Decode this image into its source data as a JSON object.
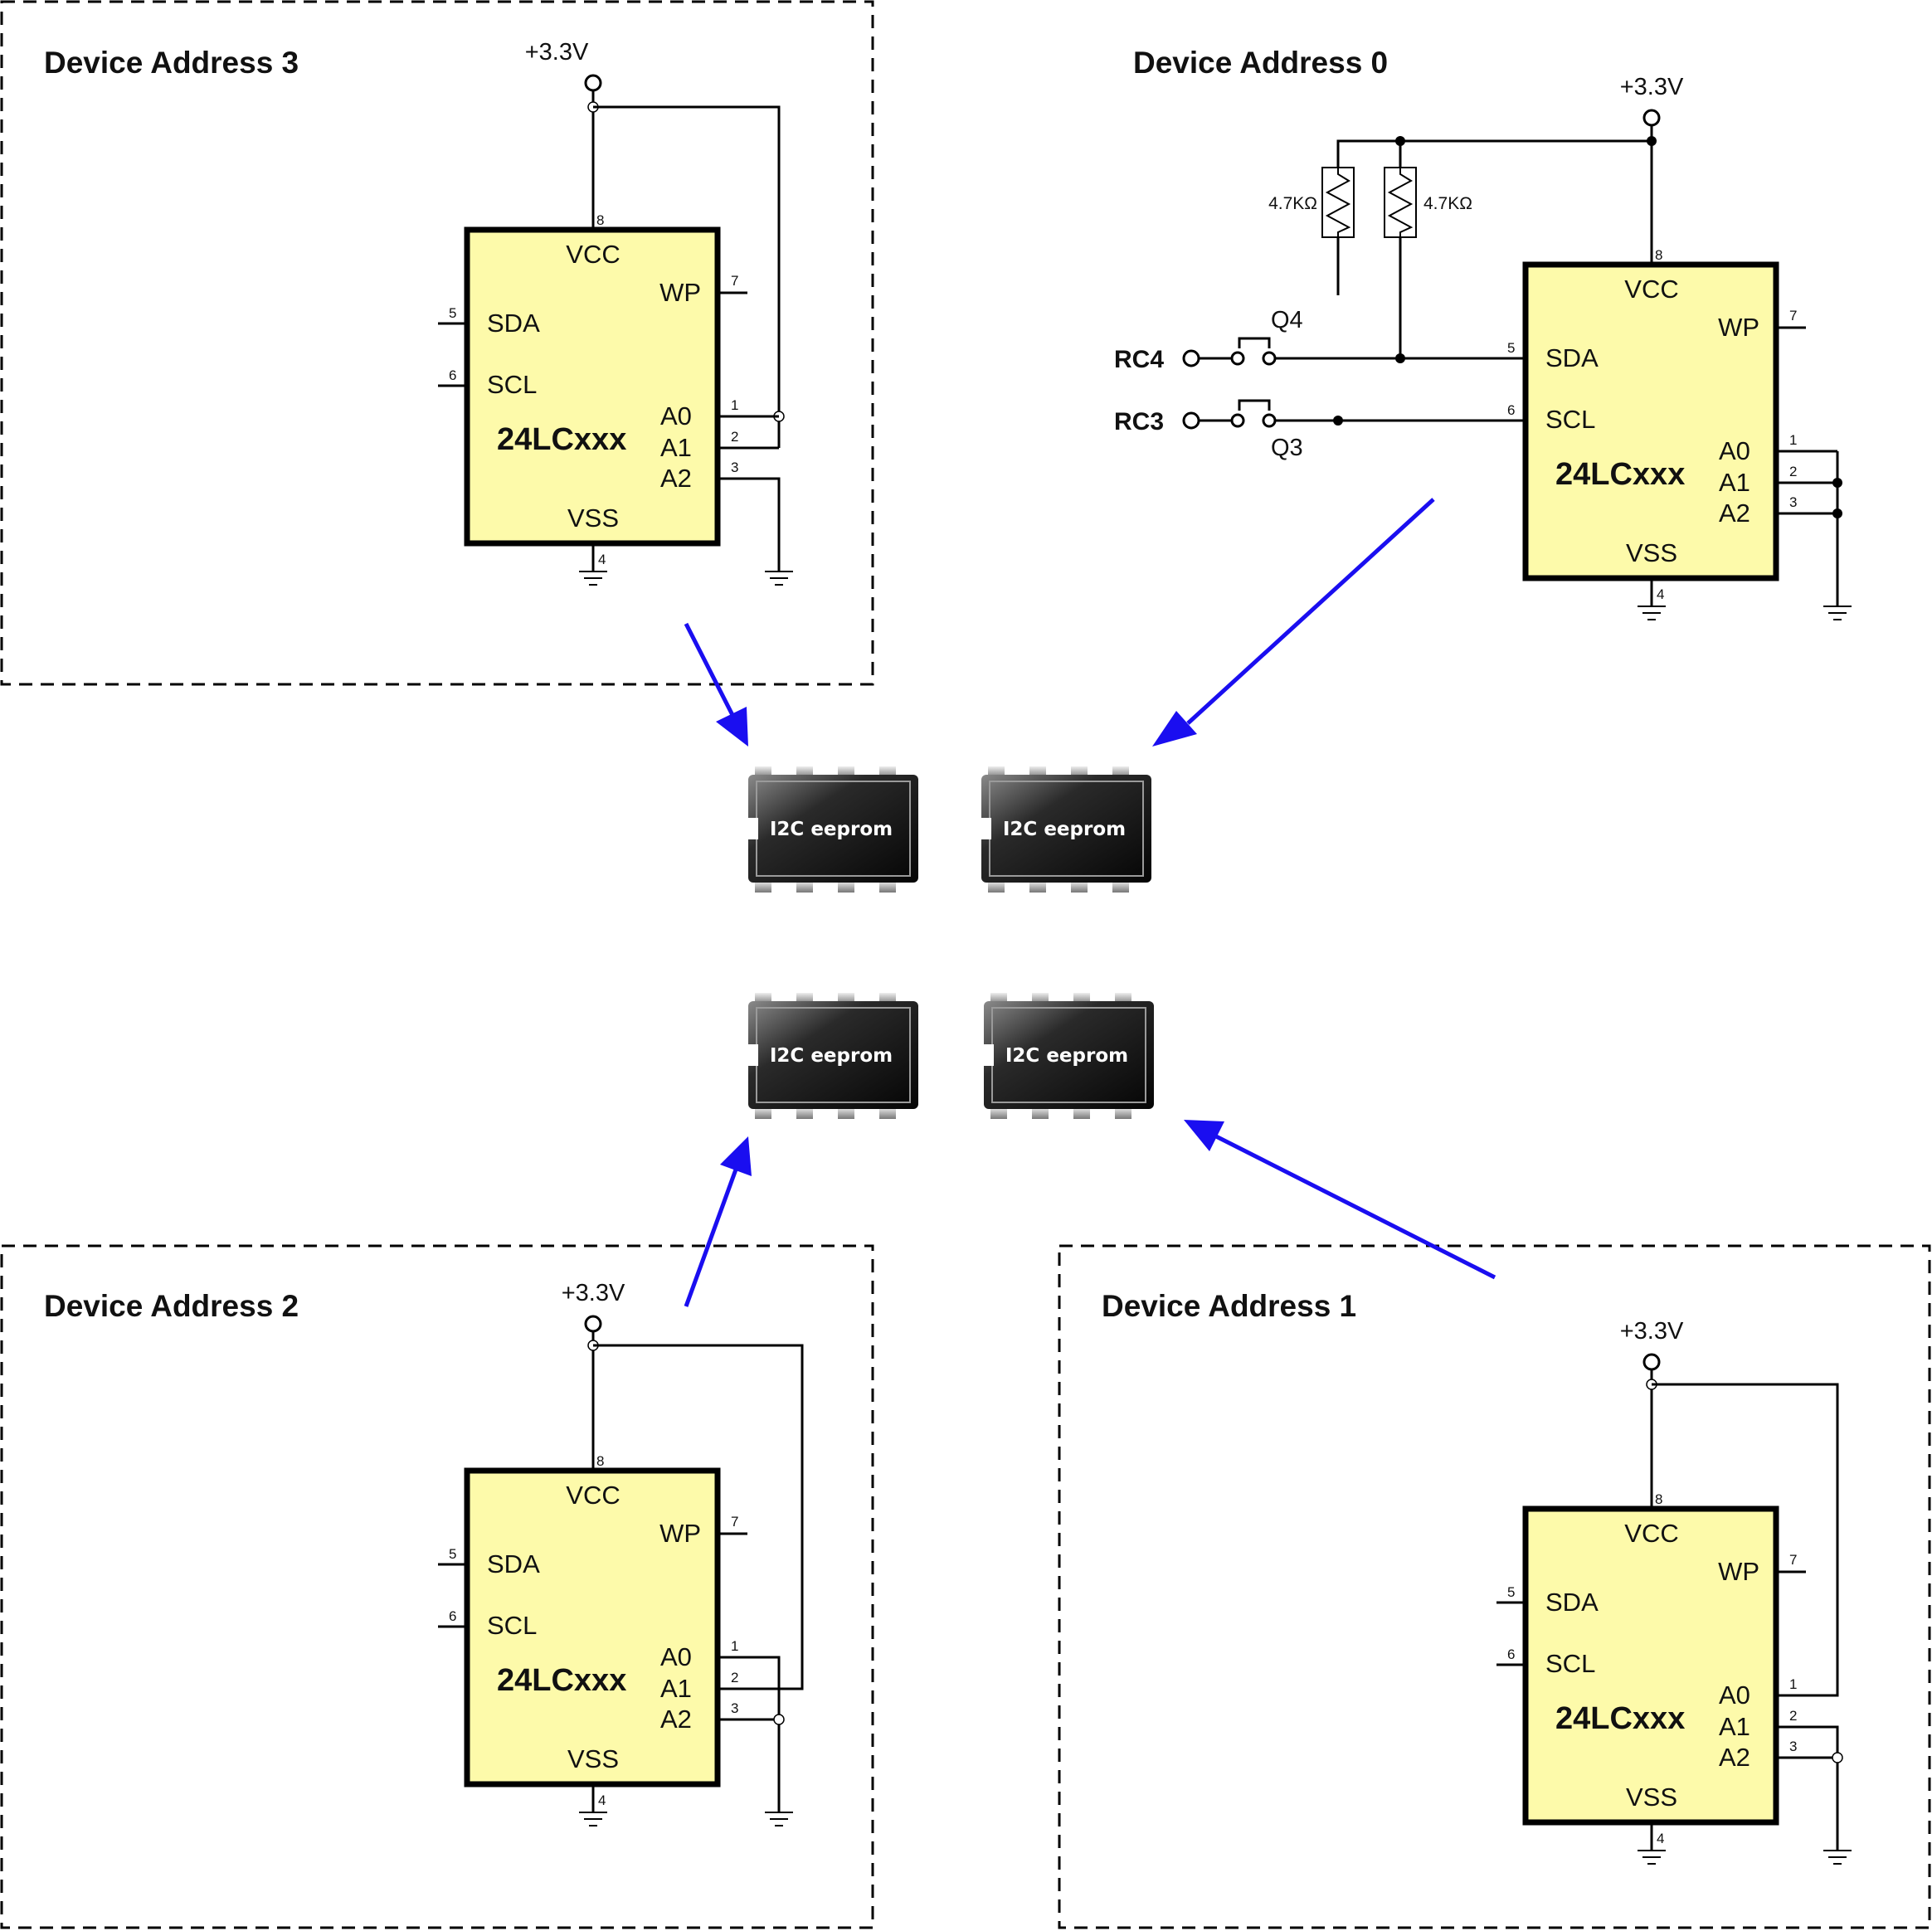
{
  "colors": {
    "ic_body": "#fdfaaa",
    "arrow": "#1a0ef0",
    "chip": "#111111"
  },
  "chip_label": "I2C eeprom",
  "resistor_label": "4.7KΩ",
  "signals": {
    "rc4": "RC4",
    "rc3": "RC3",
    "q4": "Q4",
    "q3": "Q3"
  },
  "ic": {
    "part": "24LCxxx",
    "supply": "+3.3V",
    "pins": {
      "vcc": "VCC",
      "wp": "WP",
      "sda": "SDA",
      "scl": "SCL",
      "a0": "A0",
      "a1": "A1",
      "a2": "A2",
      "vss": "VSS"
    },
    "pin_numbers": {
      "a0": "1",
      "a1": "2",
      "a2": "3",
      "vss": "4",
      "sda": "5",
      "scl": "6",
      "wp": "7",
      "vcc": "8"
    }
  },
  "sections": [
    {
      "id": "addr3",
      "title": "Device Address 3",
      "address_pins": "A0 and A1 tied to +3.3V, A2 to ground"
    },
    {
      "id": "addr0",
      "title": "Device Address 0",
      "address_pins": "A0, A1, A2 tied to ground"
    },
    {
      "id": "addr2",
      "title": "Device Address 2",
      "address_pins": "A1 tied to +3.3V, A0 and A2 to ground"
    },
    {
      "id": "addr1",
      "title": "Device Address 1",
      "address_pins": "A0 tied to +3.3V, A1 and A2 to ground"
    }
  ]
}
